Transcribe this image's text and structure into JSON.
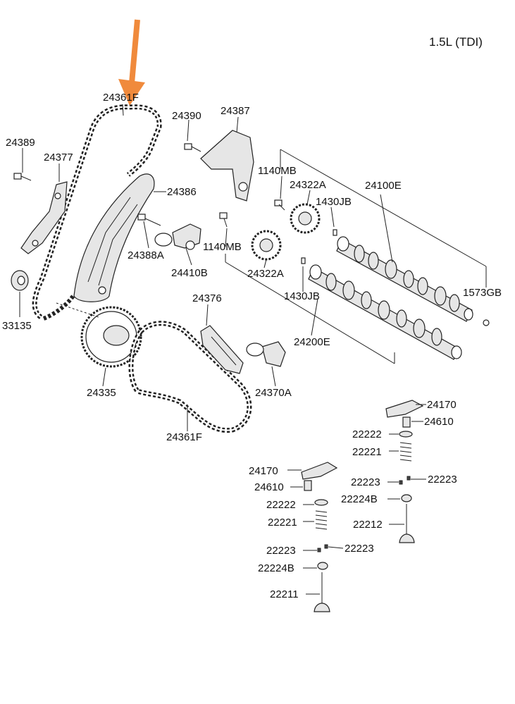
{
  "title": "1.5L (TDI)",
  "arrow_color": "#F08A3C",
  "labels": {
    "l24361F_top": "24361F",
    "l24390": "24390",
    "l24387": "24387",
    "l24389": "24389",
    "l24377": "24377",
    "l24386": "24386",
    "l1140MB_a": "1140MB",
    "l24322A_a": "24322A",
    "l24100E": "24100E",
    "l1430JB_a": "1430JB",
    "l24388A": "24388A",
    "l1140MB_b": "1140MB",
    "l24410B": "24410B",
    "l24322A_b": "24322A",
    "l1430JB_b": "1430JB",
    "l1573GB": "1573GB",
    "l33135": "33135",
    "l24376": "24376",
    "l24200E": "24200E",
    "l24335": "24335",
    "l24370A": "24370A",
    "l24361F_bot": "24361F",
    "l24170_a": "24170",
    "l24610_a": "24610",
    "l22222_a": "22222",
    "l22221_a": "22221",
    "l24170_b": "24170",
    "l22223_a": "22223",
    "l22223_b": "22223",
    "l24610_b": "24610",
    "l22224B_a": "22224B",
    "l22222_b": "22222",
    "l22212": "22212",
    "l22221_b": "22221",
    "l22223_c": "22223",
    "l22223_d": "22223",
    "l22224B_b": "22224B",
    "l22211": "22211"
  }
}
